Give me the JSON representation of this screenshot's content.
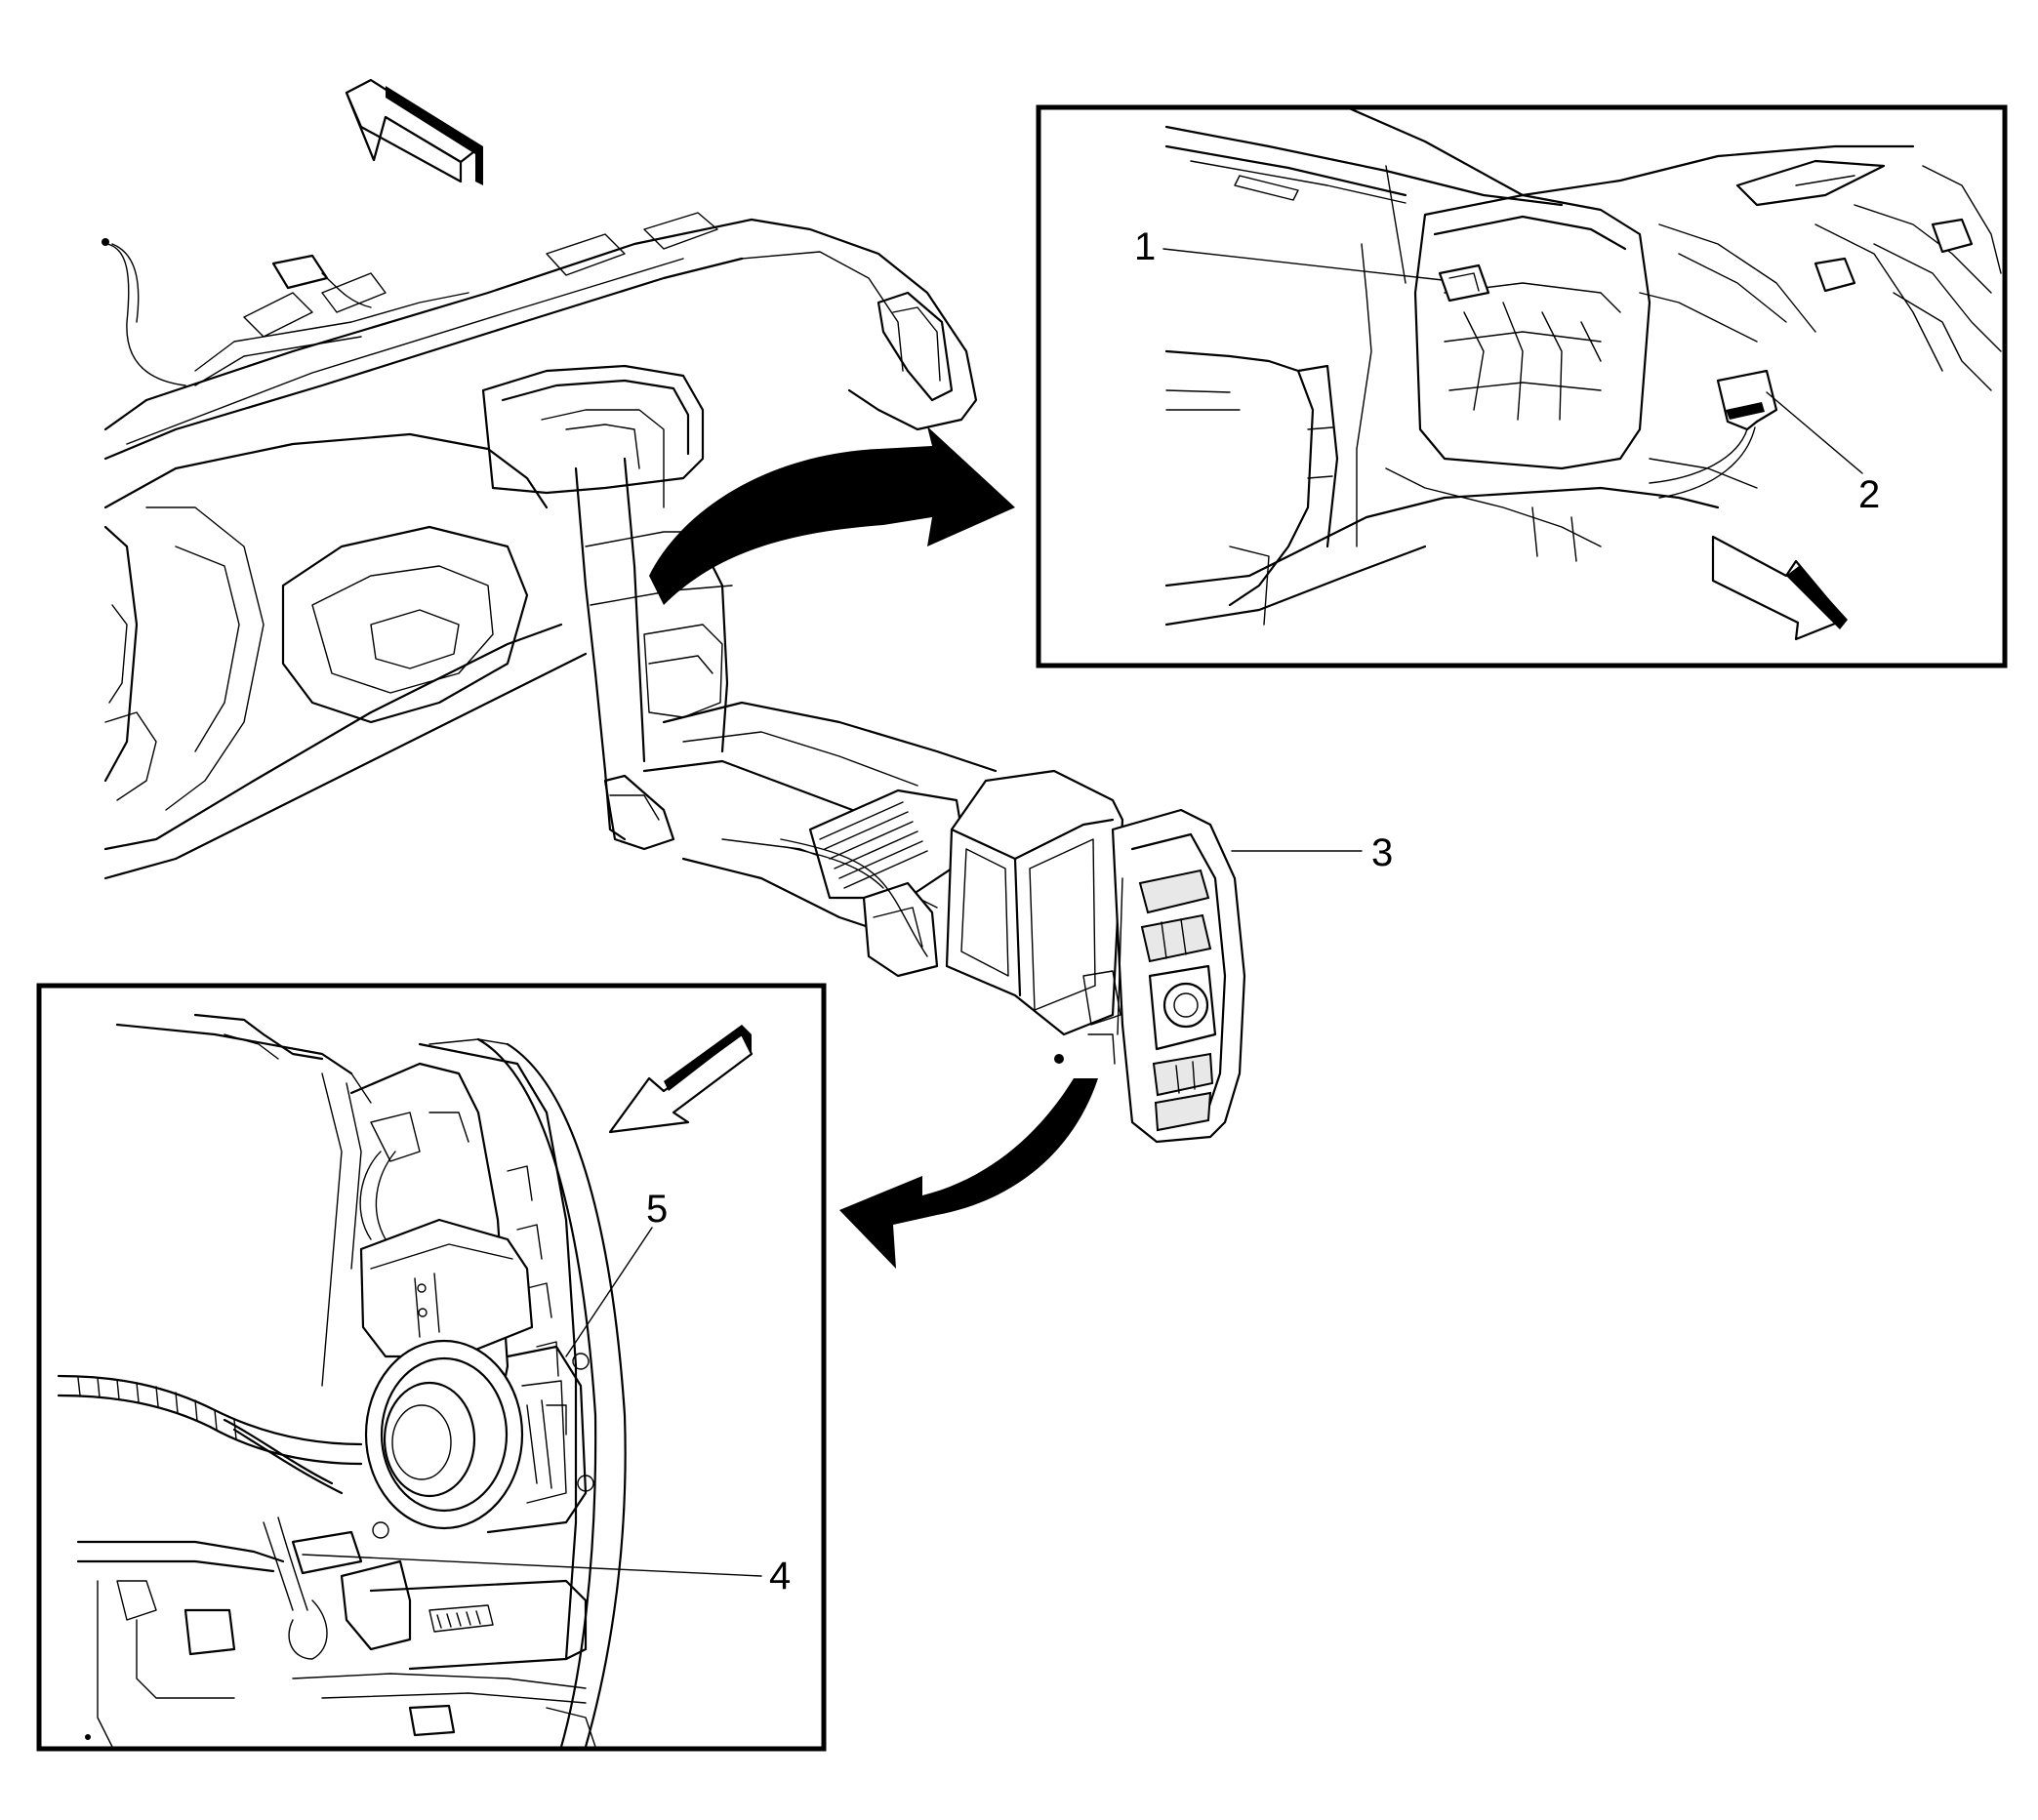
{
  "callouts": [
    {
      "id": "1",
      "label": "1"
    },
    {
      "id": "2",
      "label": "2"
    },
    {
      "id": "3",
      "label": "3"
    },
    {
      "id": "4",
      "label": "4"
    },
    {
      "id": "5",
      "label": "5"
    }
  ],
  "icons": {
    "direction_arrow": "forward-direction-arrow-icon",
    "removal_arrow": "curved-removal-arrow-icon"
  },
  "colors": {
    "line": "#000000",
    "background": "#ffffff"
  }
}
